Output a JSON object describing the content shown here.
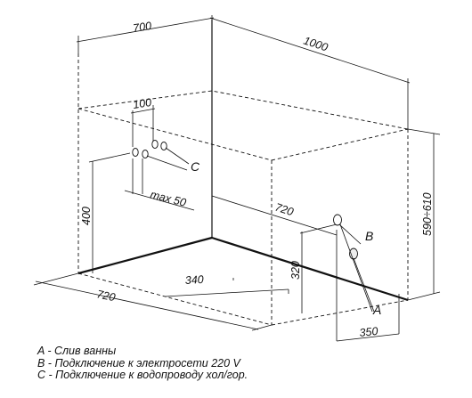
{
  "dimensions": {
    "d700": "700",
    "d1000": "1000",
    "d100": "100",
    "max50": "max 50",
    "d400": "400",
    "d720_mid": "720",
    "d590_610": "590÷610",
    "d340": "340",
    "d720_floor": "720",
    "d320": "320",
    "d350": "350"
  },
  "callouts": {
    "a": "A",
    "b": "B",
    "c": "C"
  },
  "legend": [
    "A - Слив ванны",
    "B - Подключение к электросети 220 V",
    "C - Подключение к водопроводу хол/гор."
  ]
}
